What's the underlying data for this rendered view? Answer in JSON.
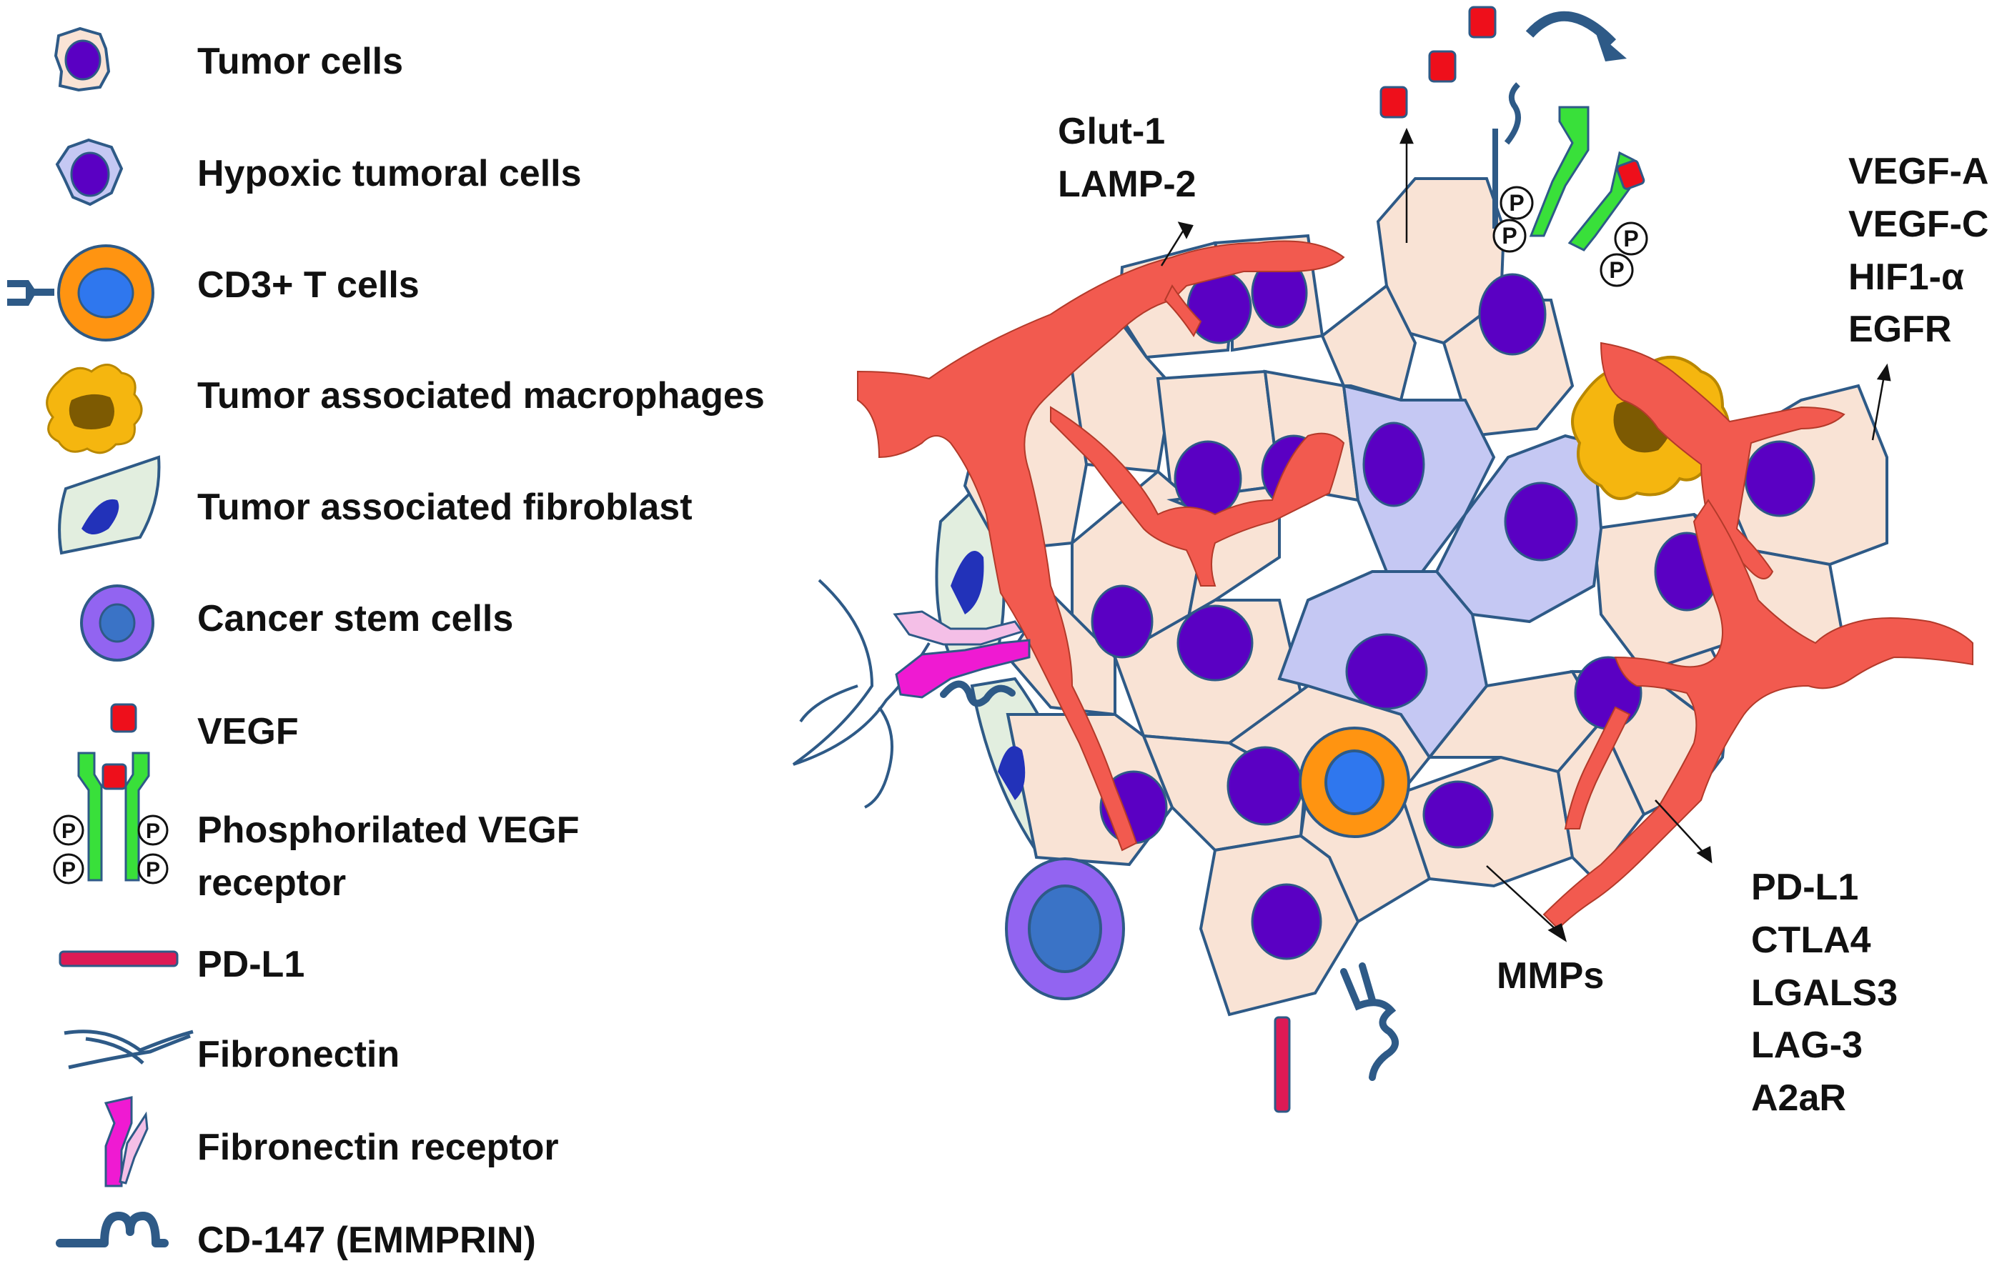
{
  "legend": {
    "items": [
      {
        "key": "tumor",
        "label": "Tumor cells"
      },
      {
        "key": "hypoxic",
        "label": "Hypoxic tumoral cells"
      },
      {
        "key": "tcell",
        "label": "CD3+ T cells"
      },
      {
        "key": "macrophage",
        "label": "Tumor associated macrophages"
      },
      {
        "key": "fibroblast",
        "label": "Tumor associated fibroblast"
      },
      {
        "key": "stem",
        "label": "Cancer stem cells"
      },
      {
        "key": "vegf",
        "label": "VEGF"
      },
      {
        "key": "vegf_receptor",
        "label": "Phosphorilated VEGF receptor"
      },
      {
        "key": "pdl1",
        "label": "PD-L1"
      },
      {
        "key": "fibronectin",
        "label": "Fibronectin"
      },
      {
        "key": "fibronectin_receptor",
        "label": "Fibronectin receptor"
      },
      {
        "key": "cd147",
        "label": "CD-147 (EMMPRIN)"
      }
    ]
  },
  "phospho_mark": "P",
  "annotations": {
    "glut": {
      "lines": [
        "Glut-1",
        "LAMP-2"
      ]
    },
    "vegf_group": {
      "lines": [
        "VEGF-A",
        "VEGF-C",
        "HIF1-α",
        "EGFR"
      ]
    },
    "checkpoint": {
      "lines": [
        "PD-L1",
        "CTLA4",
        "LGALS3",
        "LAG-3",
        "A2aR"
      ]
    },
    "mmps": {
      "lines": [
        "MMPs"
      ]
    }
  },
  "colors": {
    "tumor_cell": "#f9e3d5",
    "hypoxic_cell": "#c5c8f3",
    "nucleus": "#5a00c3",
    "outline": "#2e5a87",
    "vessel": "#f25a4f",
    "tcell_outer": "#ff9411",
    "tcell_inner": "#2f77ee",
    "macrophage": "#f5b60f",
    "macrophage_nucleus": "#7d5a02",
    "fibroblast": "#e2eedf",
    "fibroblast_nucleus": "#2232b9",
    "stem_outer": "#9264f1",
    "stem_inner": "#3a73c6",
    "vegf": "#ee0f1b",
    "receptor": "#39e03a",
    "pdl1": "#dd1a55",
    "fibronectin_receptor": "#ef1ad2",
    "fibronectin_receptor_light": "#f4bfe7"
  }
}
